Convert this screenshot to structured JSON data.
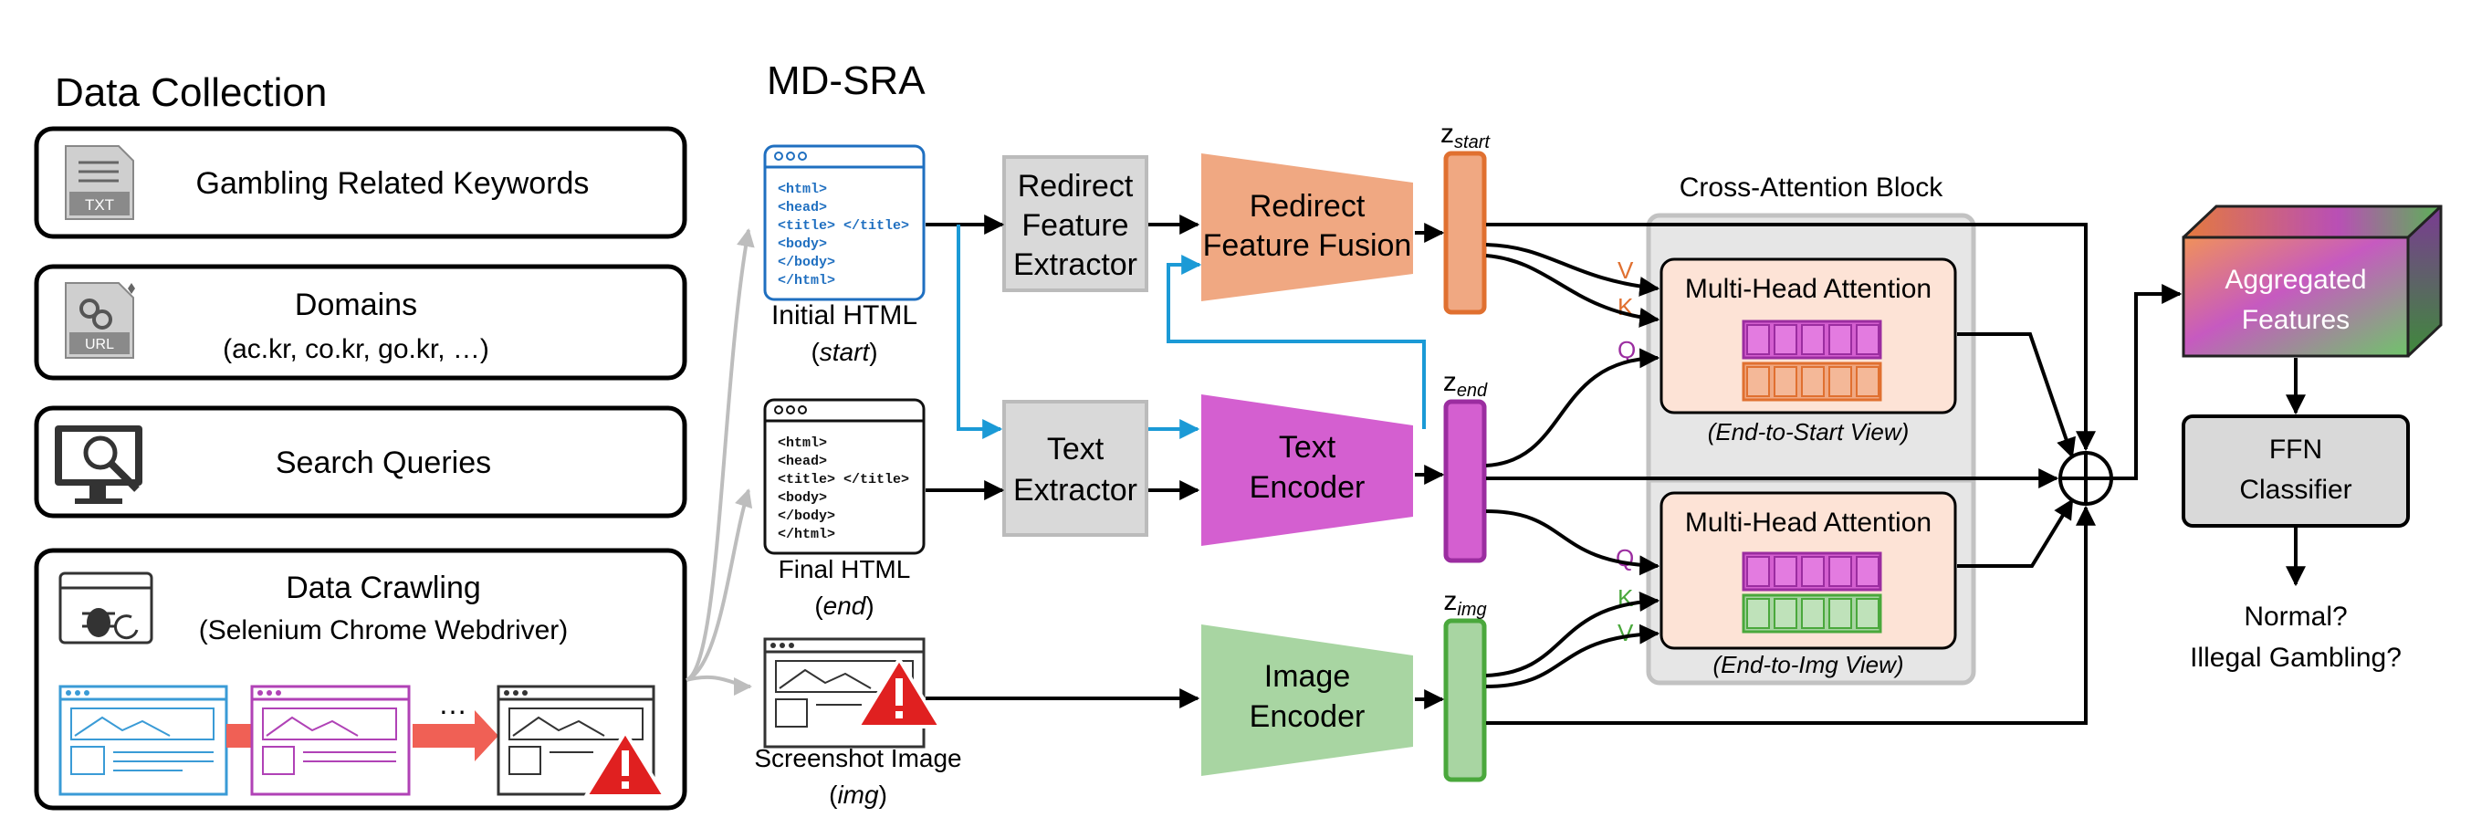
{
  "data_collection": {
    "title": "Data Collection",
    "keywords": {
      "label": "Gambling Related Keywords",
      "icon": "txt-file-icon",
      "icon_text": "TXT"
    },
    "domains": {
      "label": "Domains",
      "examples": "(ac.kr, co.kr, go.kr, …)",
      "icon": "url-file-icon",
      "icon_text": "URL"
    },
    "search": {
      "label": "Search Queries",
      "icon": "search-monitor-icon"
    },
    "crawling": {
      "label": "Data Crawling",
      "sublabel": "(Selenium Chrome Webdriver)",
      "icon": "bug-icon",
      "ellipsis": "…"
    }
  },
  "md_sra": {
    "title": "MD-SRA",
    "inputs": {
      "initial_html": {
        "label": "Initial HTML",
        "tag": "start",
        "code": [
          "<html>",
          "<head>",
          "<title> </title>",
          "<body>",
          "</body>",
          "</html>"
        ],
        "color": "#1f6fc0"
      },
      "final_html": {
        "label": "Final HTML",
        "tag": "end",
        "code": [
          "<html>",
          "<head>",
          "<title> </title>",
          "<body>",
          "</body>",
          "</html>"
        ],
        "color": "#111111"
      },
      "screenshot": {
        "label": "Screenshot Image",
        "tag": "img"
      }
    },
    "redirect_extractor": [
      "Redirect",
      "Feature",
      "Extractor"
    ],
    "text_extractor": [
      "Text",
      "Extractor"
    ],
    "redirect_fusion": [
      "Redirect",
      "Feature Fusion"
    ],
    "text_encoder": [
      "Text",
      "Encoder"
    ],
    "image_encoder": [
      "Image",
      "Encoder"
    ],
    "z_start": {
      "base": "z",
      "sub": "start"
    },
    "z_end": {
      "base": "z",
      "sub": "end"
    },
    "z_img": {
      "base": "z",
      "sub": "img"
    },
    "cross_attention": {
      "title": "Cross-Attention Block",
      "mha_top": {
        "label": "Multi-Head Attention",
        "view": "(End-to-Start View)"
      },
      "mha_bottom": {
        "label": "Multi-Head Attention",
        "view": "(End-to-Img View)"
      },
      "qkv_top": [
        "V",
        "K",
        "Q"
      ],
      "qkv_bottom": [
        "Q",
        "K",
        "V"
      ]
    },
    "aggregated": [
      "Aggregated",
      "Features"
    ],
    "ffn": [
      "FFN",
      "Classifier"
    ],
    "output": [
      "Normal?",
      "Illegal Gambling?"
    ]
  },
  "colors": {
    "orange": "#f0a882",
    "orange_dark": "#e07030",
    "magenta": "#d45fd0",
    "magenta_dark": "#9b2da0",
    "green": "#a8d5a2",
    "green_dark": "#4aa83c",
    "blue_arrow": "#1b9ad6",
    "gray_box": "#d9d9d9",
    "peach": "#fde3d6"
  }
}
